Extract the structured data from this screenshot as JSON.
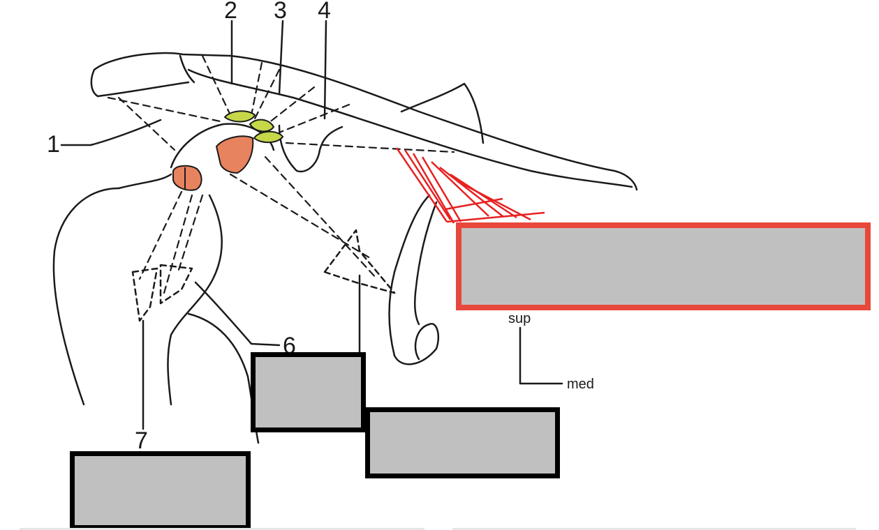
{
  "labels": {
    "n1": "1",
    "n2": "2",
    "n3": "3",
    "n4": "4",
    "n6": "6",
    "n7": "7",
    "sup": "sup",
    "med": "med"
  },
  "colors": {
    "line": "#1a1a1a",
    "yellow_green": "#c6d84a",
    "salmon": "#e8835f",
    "ligament_red": "#e82020",
    "mask_gray": "#c0c0c0",
    "mask_black_border": "#000000",
    "mask_red_border": "#e8473b"
  },
  "masks": [
    {
      "name": "label-mask-upper-right",
      "border": "red"
    },
    {
      "name": "label-mask-middle",
      "border": "black"
    },
    {
      "name": "label-mask-lower-middle",
      "border": "black"
    },
    {
      "name": "label-mask-lower-left",
      "border": "black"
    }
  ]
}
